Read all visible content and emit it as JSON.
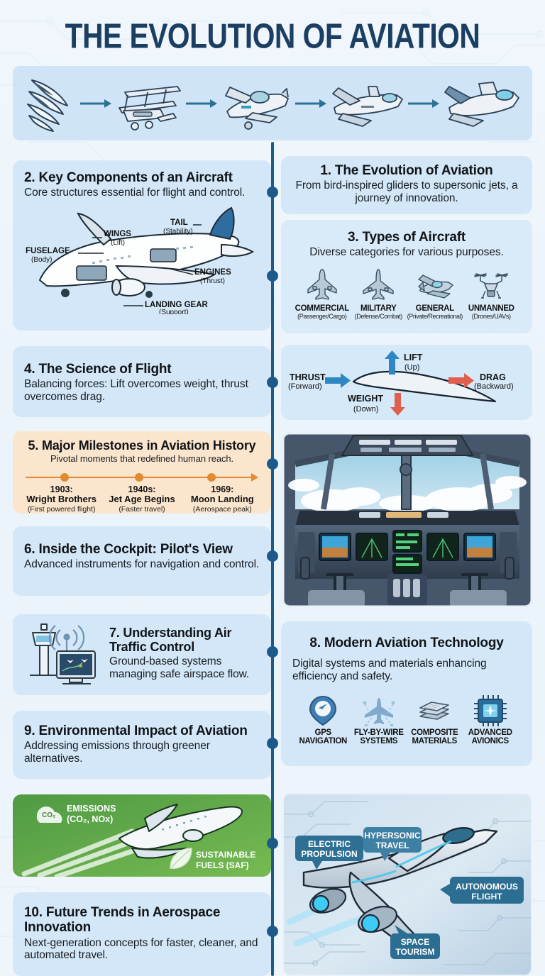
{
  "title": "THE EVOLUTION OF AVIATION",
  "colors": {
    "title": "#1b3f63",
    "spine": "#1d5a8c",
    "card_bg": "#d3e7f8",
    "hero_bg": "#cfe4f6",
    "milestone_bg": "#fbe6cd",
    "milestone_accent": "#e08a34",
    "green": "#4f9a43",
    "lift_arrow": "#2f86c5",
    "drag_arrow": "#e0604f"
  },
  "hero": {
    "name": "evolution-strip",
    "stages": [
      {
        "icon": "feathered-wing-icon",
        "label": "Feathered wing"
      },
      {
        "icon": "biplane-icon",
        "label": "Biplane"
      },
      {
        "icon": "propeller-plane-icon",
        "label": "Propeller plane"
      },
      {
        "icon": "jet-fighter-icon",
        "label": "Jet fighter"
      },
      {
        "icon": "modern-fighter-icon",
        "label": "Modern fighter"
      }
    ],
    "arrow_icon": "arrow-right-icon"
  },
  "sections": {
    "s1": {
      "heading": "1. The Evolution of Aviation",
      "body": "From bird-inspired gliders to supersonic jets, a journey of innovation."
    },
    "s2": {
      "heading": "2. Key Components of an Aircraft",
      "body": "Core structures essential for flight and control.",
      "callouts": [
        {
          "label": "WINGS",
          "detail": "(Lift)"
        },
        {
          "label": "TAIL",
          "detail": "(Stability)"
        },
        {
          "label": "FUSELAGE",
          "detail": "(Body)"
        },
        {
          "label": "ENGINES",
          "detail": "(Thrust)"
        },
        {
          "label": "LANDING GEAR",
          "detail": "(Support)"
        }
      ]
    },
    "s3": {
      "heading": "3. Types of Aircraft",
      "body": "Diverse categories for various purposes.",
      "types": [
        {
          "icon": "airliner-icon",
          "label": "COMMERCIAL",
          "detail": "(Passenger/Cargo)"
        },
        {
          "icon": "military-jet-icon",
          "label": "MILITARY",
          "detail": "(Defense/Combat)"
        },
        {
          "icon": "light-plane-icon",
          "label": "GENERAL",
          "detail": "(Private/Recreational)"
        },
        {
          "icon": "drone-icon",
          "label": "UNMANNED",
          "detail": "(Drones/UAVs)"
        }
      ]
    },
    "s4": {
      "heading": "4. The Science of Flight",
      "body": "Balancing forces: Lift overcomes weight, thrust overcomes drag.",
      "forces": [
        {
          "name": "THRUST",
          "detail": "(Forward)",
          "icon": "arrow-right-icon"
        },
        {
          "name": "LIFT",
          "detail": "(Up)",
          "icon": "arrow-up-icon"
        },
        {
          "name": "DRAG",
          "detail": "(Backward)",
          "icon": "arrow-right-icon"
        },
        {
          "name": "WEIGHT",
          "detail": "(Down)",
          "icon": "arrow-down-icon"
        }
      ]
    },
    "s5": {
      "heading": "5. Major Milestones in Aviation History",
      "body": "Pivotal moments that redefined human reach.",
      "milestones": [
        {
          "year": "1903:",
          "name": "Wright Brothers",
          "detail": "(First powered flight)"
        },
        {
          "year": "1940s:",
          "name": "Jet Age Begins",
          "detail": "(Faster travel)"
        },
        {
          "year": "1969:",
          "name": "Moon Landing",
          "detail": "(Aerospace peak)"
        }
      ]
    },
    "s6": {
      "heading": "6. Inside the Cockpit: Pilot's View",
      "body": "Advanced instruments for navigation and control.",
      "image": "airliner-cockpit-illustration"
    },
    "s7": {
      "heading": "7. Understanding Air Traffic Control",
      "body": "Ground-based systems managing safe airspace flow.",
      "icon": "control-tower-radar-icon"
    },
    "s8": {
      "heading": "8. Modern Aviation Technology",
      "body": "Digital systems and materials enhancing efficiency and safety.",
      "items": [
        {
          "icon": "gps-pin-icon",
          "label": "GPS NAVIGATION"
        },
        {
          "icon": "fly-by-wire-icon",
          "label": "FLY-BY-WIRE SYSTEMS"
        },
        {
          "icon": "composite-layers-icon",
          "label": "COMPOSITE MATERIALS"
        },
        {
          "icon": "microchip-icon",
          "label": "ADVANCED AVIONICS"
        }
      ]
    },
    "s9": {
      "heading": "9. Environmental Impact of Aviation",
      "body": "Addressing emissions through greener alternatives.",
      "banner": {
        "emissions_label": "EMISSIONS",
        "emissions_detail": "(CO₂, NOx)",
        "co2_badge": "CO₂",
        "fuels_label": "SUSTAINABLE FUELS (SAF)",
        "icons": [
          "co2-cloud-icon",
          "leaf-icon",
          "airliner-contrail-icon"
        ]
      }
    },
    "s10": {
      "heading": "10. Future Trends in Aerospace Innovation",
      "body": "Next-generation concepts for faster, cleaner, and automated travel.",
      "callouts": [
        "ELECTRIC PROPULSION",
        "HYPERSONIC TRAVEL",
        "AUTONOMOUS FLIGHT",
        "SPACE TOURISM"
      ]
    }
  }
}
